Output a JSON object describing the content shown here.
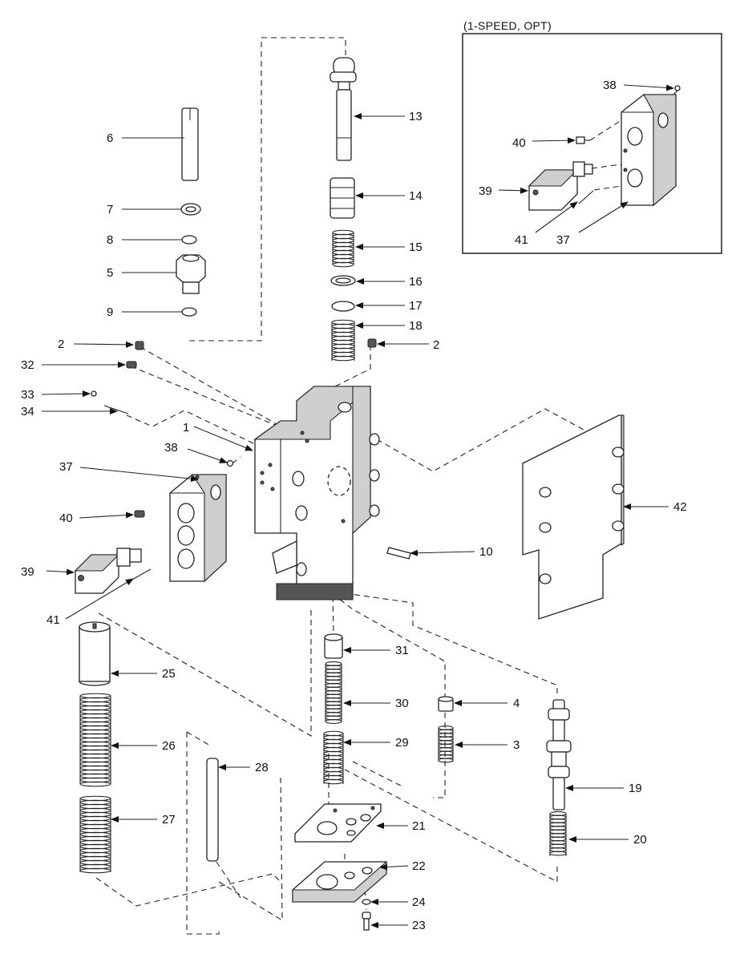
{
  "inset": {
    "title": "(1-SPEED, OPT)"
  },
  "callouts": {
    "c1": "1",
    "c2a": "2",
    "c2b": "2",
    "c3": "3",
    "c4": "4",
    "c5": "5",
    "c6": "6",
    "c7": "7",
    "c8": "8",
    "c9": "9",
    "c10": "10",
    "c13": "13",
    "c14": "14",
    "c15": "15",
    "c16": "16",
    "c17": "17",
    "c18": "18",
    "c19": "19",
    "c20": "20",
    "c21": "21",
    "c22": "22",
    "c23": "23",
    "c24": "24",
    "c25": "25",
    "c26": "26",
    "c27": "27",
    "c28": "28",
    "c29": "29",
    "c30": "30",
    "c31": "31",
    "c32": "32",
    "c33": "33",
    "c34": "34",
    "c37": "37",
    "c38": "38",
    "c39": "39",
    "c40": "40",
    "c41": "41",
    "c42": "42",
    "i37": "37",
    "i38": "38",
    "i39": "39",
    "i40": "40",
    "i41": "41"
  }
}
